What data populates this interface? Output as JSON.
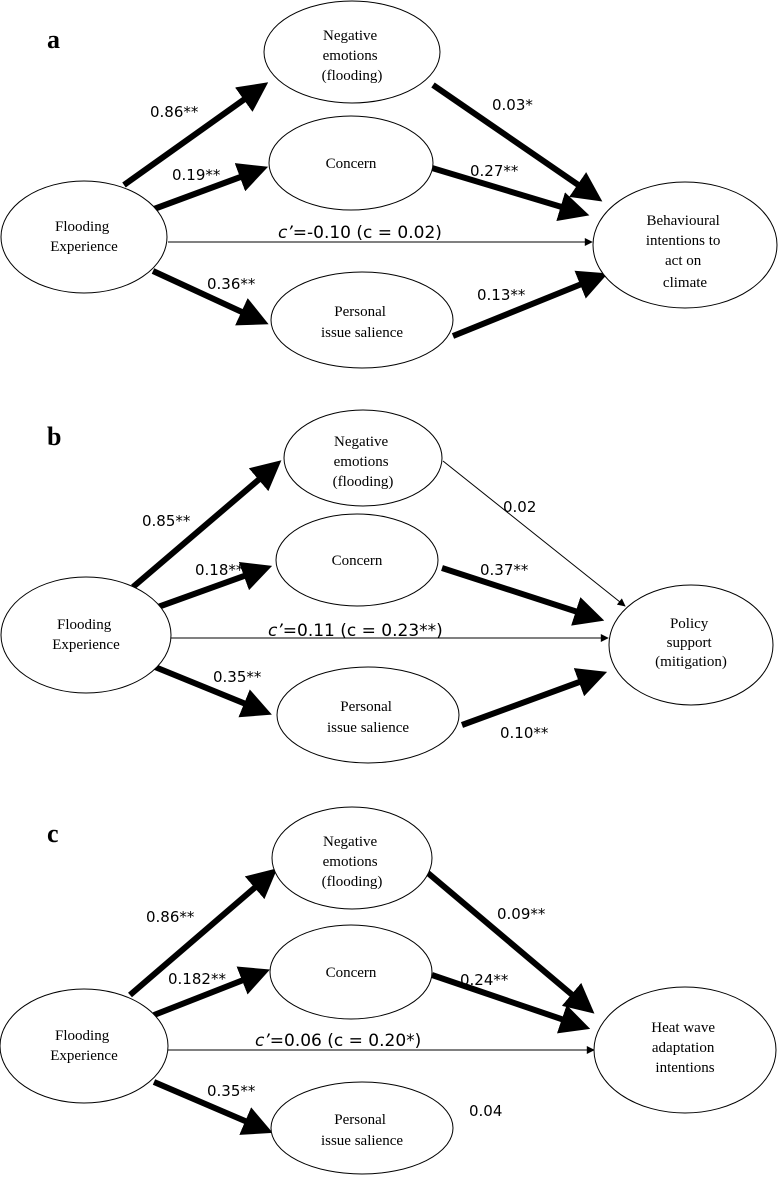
{
  "panels": [
    {
      "label": "a",
      "nodes": {
        "flooding": [
          "Flooding",
          "Experience"
        ],
        "negative": [
          "Negative",
          "emotions",
          "(flooding)"
        ],
        "concern": [
          "Concern"
        ],
        "salience": [
          "Personal",
          "issue salience"
        ],
        "outcome": [
          "Behavioural",
          "intentions to",
          "act on",
          "climate"
        ]
      },
      "edges": {
        "flooding_negative": "0.86**",
        "flooding_concern": "0.19**",
        "flooding_salience": "0.36**",
        "negative_outcome": "0.03*",
        "concern_outcome": "0.27**",
        "salience_outcome": "0.13**",
        "direct_c": "c’",
        "direct_rest": "=-0.10 (c = 0.02)"
      }
    },
    {
      "label": "b",
      "nodes": {
        "flooding": [
          "Flooding",
          "Experience"
        ],
        "negative": [
          "Negative",
          "emotions",
          "(flooding)"
        ],
        "concern": [
          "Concern"
        ],
        "salience": [
          "Personal",
          "issue salience"
        ],
        "outcome": [
          "Policy",
          "support",
          "(mitigation)"
        ]
      },
      "edges": {
        "flooding_negative": "0.85**",
        "flooding_concern": "0.18**",
        "flooding_salience": "0.35**",
        "negative_outcome": "0.02",
        "concern_outcome": "0.37**",
        "salience_outcome": "0.10**",
        "direct_c": "c’",
        "direct_rest": "=0.11 (c = 0.23**)"
      }
    },
    {
      "label": "c",
      "nodes": {
        "flooding": [
          "Flooding",
          "Experience"
        ],
        "negative": [
          "Negative",
          "emotions",
          "(flooding)"
        ],
        "concern": [
          "Concern"
        ],
        "salience": [
          "Personal",
          "issue salience"
        ],
        "outcome": [
          "Heat wave",
          "adaptation",
          "intentions"
        ]
      },
      "edges": {
        "flooding_negative": "0.86**",
        "flooding_concern": "0.182**",
        "flooding_salience": "0.35**",
        "negative_outcome": "0.09**",
        "concern_outcome": "0.24**",
        "salience_outcome": "0.04",
        "direct_c": "c’",
        "direct_rest": "=0.06 (c = 0.20*)"
      }
    }
  ]
}
